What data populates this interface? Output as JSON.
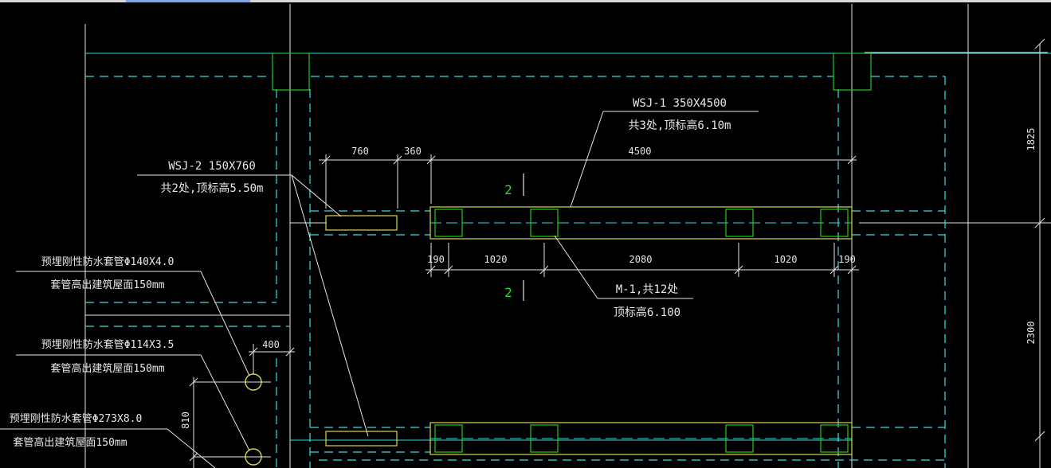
{
  "colors": {
    "background": "#000000",
    "cyan_lines": "#33e0e0",
    "white_lines": "#e6e6e6",
    "green_columns": "#22cc22",
    "yellow_beams": "#d8d84a"
  },
  "labels": {
    "wsj1_name": "WSJ-1 350X4500",
    "wsj1_note": "共3处,顶标高6.10m",
    "wsj2_name": "WSJ-2 150X760",
    "wsj2_note": "共2处,顶标高5.50m",
    "m1_name": "M-1,共12处",
    "m1_note": "顶标高6.100",
    "pipe1_name": "预埋刚性防水套管Φ140X4.0",
    "pipe1_note": "套管高出建筑屋面150mm",
    "pipe2_name": "预埋刚性防水套管Φ114X3.5",
    "pipe2_note": "套管高出建筑屋面150mm",
    "pipe3_name": "预埋刚性防水套管Φ273X8.0",
    "pipe3_note": "套管高出建筑屋面150mm",
    "section_top": "2",
    "section_bottom": "2"
  },
  "dimensions": {
    "d760": "760",
    "d360": "360",
    "d4500": "4500",
    "d190a": "190",
    "d1020a": "1020",
    "d2080": "2080",
    "d1020b": "1020",
    "d190b": "190",
    "d400": "400",
    "d810": "810",
    "d1825": "1825",
    "d2300": "2300"
  }
}
